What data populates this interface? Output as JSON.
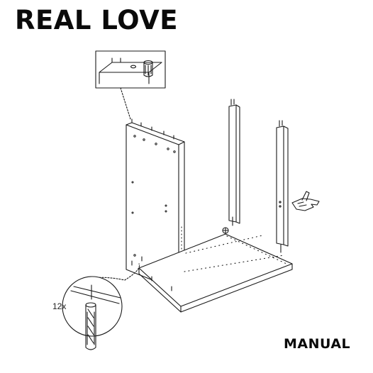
{
  "header": {
    "title": "REAL LOVE"
  },
  "illustration": {
    "dowel_quantity": "12x",
    "icons": [
      "dowel-icon",
      "pointing-hand-icon"
    ]
  },
  "footer": {
    "label": "MANUAL"
  },
  "colors": {
    "text": "#0a0a0a",
    "line": "#1a1a1a",
    "background": "#ffffff"
  }
}
